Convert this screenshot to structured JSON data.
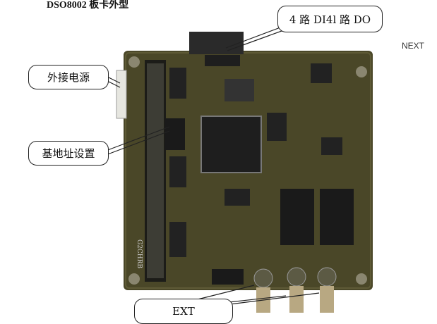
{
  "title": "DSO8002 板卡外型",
  "next_label": "NEXT",
  "callouts": {
    "dio": "4 路 DI4l 路 DO",
    "power": "外接电源",
    "address": "基地址设置",
    "ext": "EXT"
  },
  "board": {
    "silkscreen": "G2CHRB"
  },
  "colors": {
    "board": "#4a4728",
    "callout_border": "#222222"
  }
}
